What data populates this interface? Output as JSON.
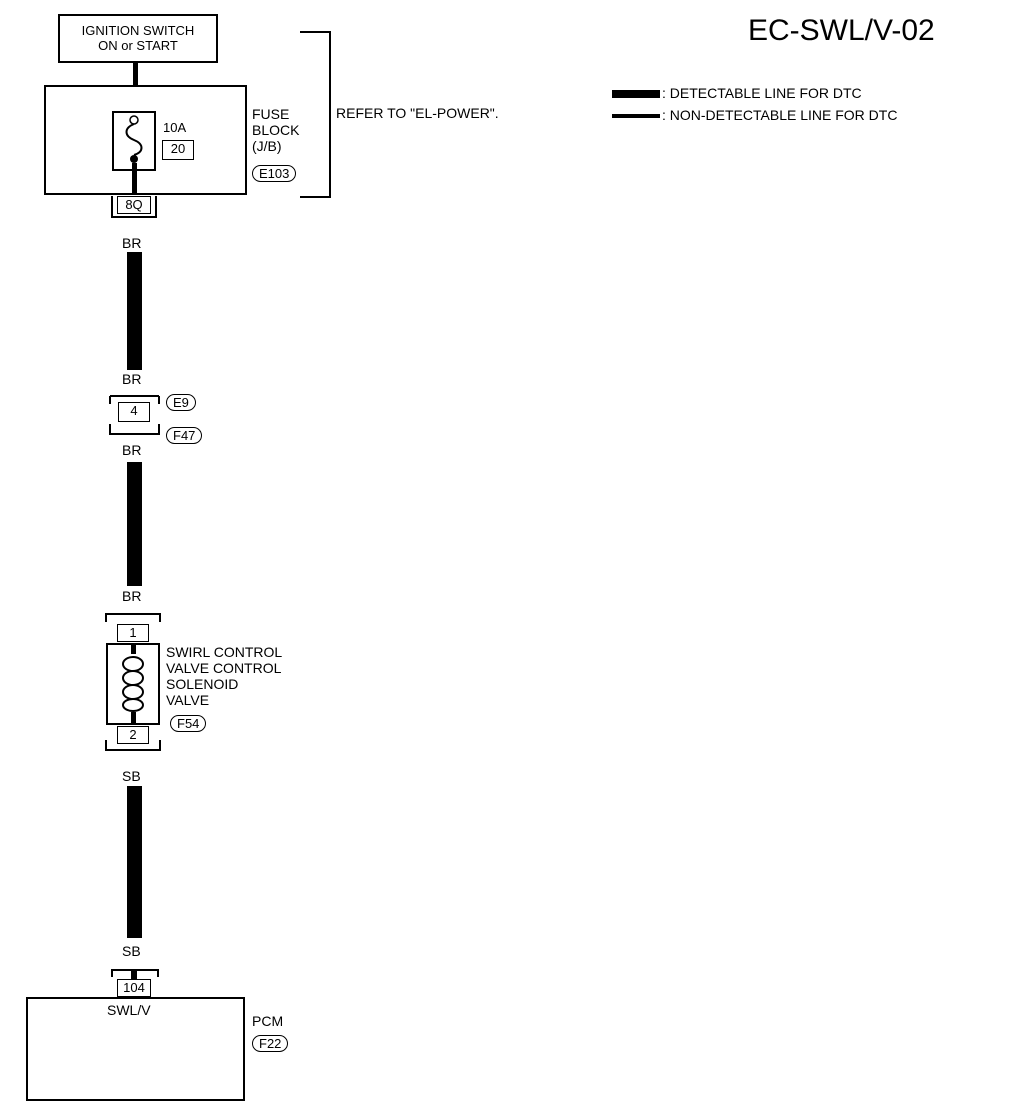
{
  "title": "EC-SWL/V-02",
  "legend": {
    "detectable": ": DETECTABLE LINE FOR DTC",
    "non_detectable": ": NON-DETECTABLE LINE FOR DTC"
  },
  "ignition": {
    "line1": "IGNITION SWITCH",
    "line2": "ON or START"
  },
  "fuse_block": {
    "label1": "FUSE",
    "label2": "BLOCK",
    "label3": "(J/B)",
    "connector": "E103",
    "amp": "10A",
    "fuse_no": "20",
    "terminal": "8Q",
    "refer": "REFER TO \"EL-POWER\"."
  },
  "wires": {
    "br1": "BR",
    "br2": "BR",
    "br3": "BR",
    "br4": "BR",
    "sb1": "SB",
    "sb2": "SB"
  },
  "joint": {
    "pin": "4",
    "conn_upper": "E9",
    "conn_lower": "F47"
  },
  "solenoid": {
    "pin_in": "1",
    "pin_out": "2",
    "line1": "SWIRL CONTROL",
    "line2": "VALVE CONTROL",
    "line3": "SOLENOID",
    "line4": "VALVE",
    "connector": "F54"
  },
  "pcm": {
    "pin": "104",
    "terminal_label": "SWL/V",
    "label": "PCM",
    "connector": "F22"
  }
}
